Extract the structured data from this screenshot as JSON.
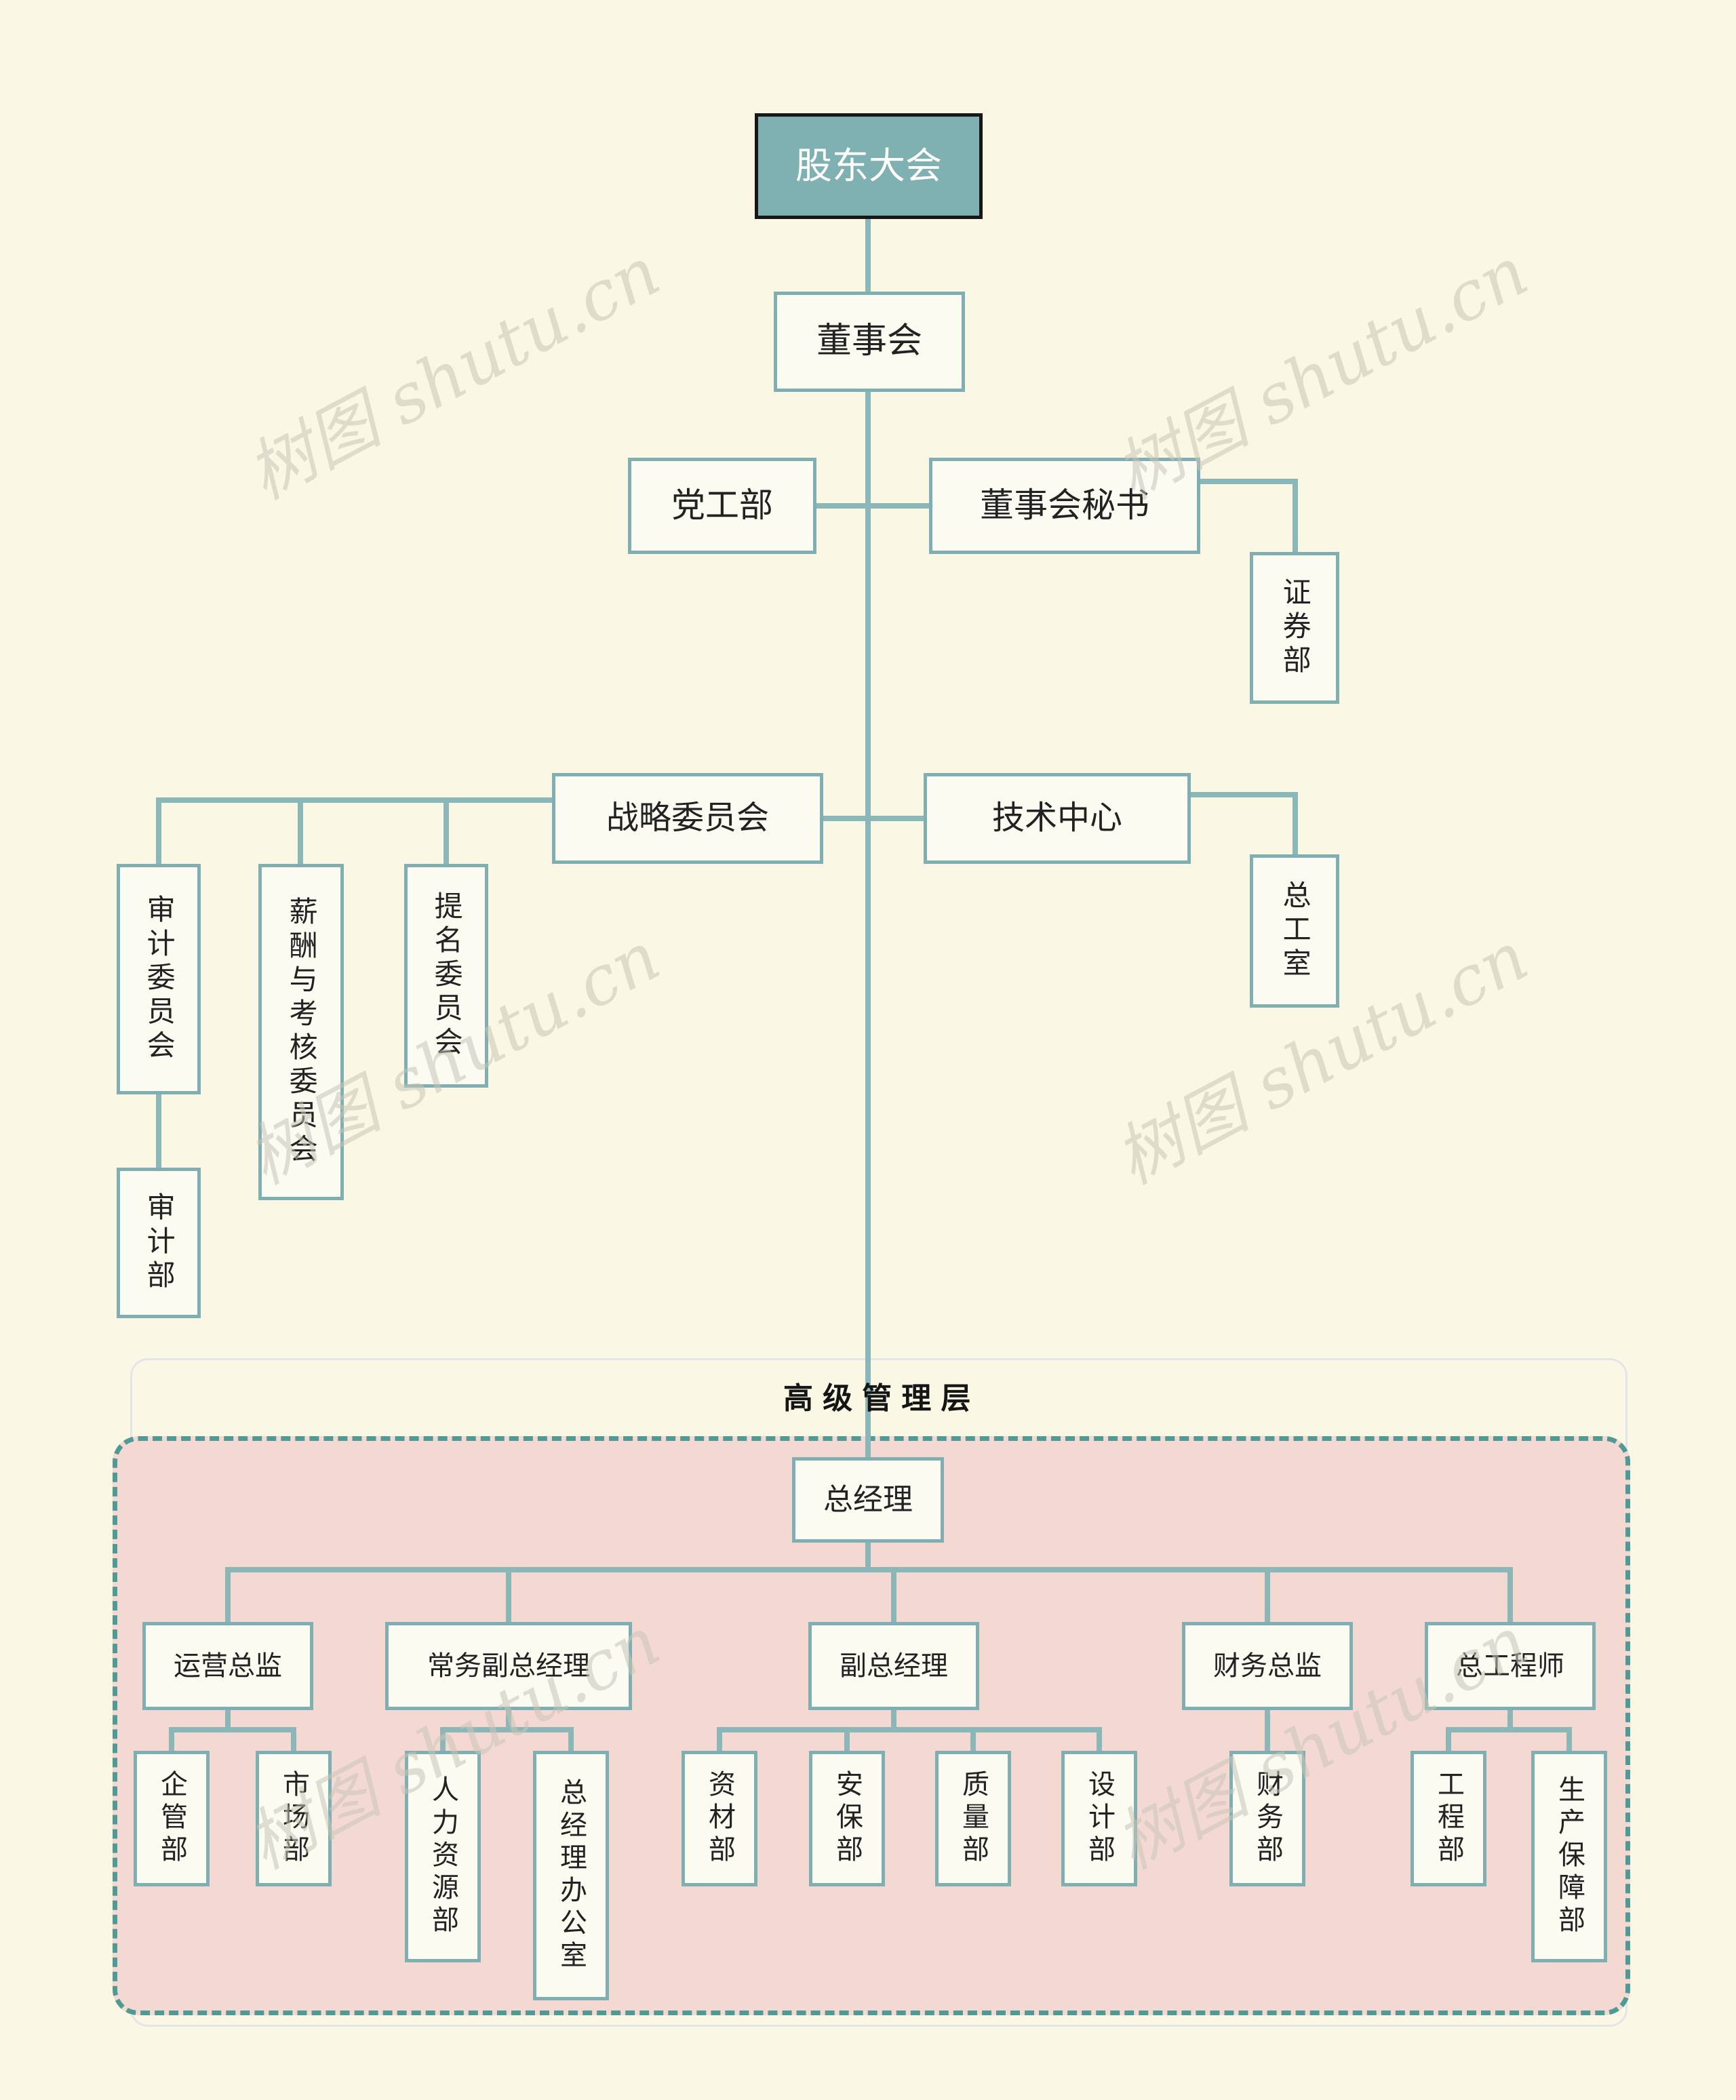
{
  "watermark": {
    "text": "树图 shutu.cn"
  },
  "colors": {
    "background": "#faf7e4",
    "box_fill": "#fcfbf1",
    "box_border": "#7fafb2",
    "connector_line": "#8cb7b9",
    "root_fill": "#7fb0b2",
    "root_border": "#171717",
    "senior_zone_fill": "#f4d9d2",
    "senior_zone_dash": "#4f9a94"
  },
  "org": {
    "shareholders_meeting": "股东大会",
    "board": "董事会",
    "party_work_dept": "党工部",
    "board_secretary": "董事会秘书",
    "securities_dept": "证券部",
    "strategy_committee": "战略委员会",
    "technology_center": "技术中心",
    "audit_committee": "审计委员会",
    "compensation_assessment_committee": "薪酬与考核委员会",
    "nomination_committee": "提名委员会",
    "audit_dept": "审计部",
    "chief_engineer_room": "总工室",
    "senior_management": {
      "section_title": "高级管理层",
      "general_manager": "总经理",
      "managers": [
        {
          "label": "运营总监",
          "departments": [
            "企管部",
            "市场部"
          ]
        },
        {
          "label": "常务副总经理",
          "departments": [
            "人力资源部",
            "总经理办公室"
          ]
        },
        {
          "label": "副总经理",
          "departments": [
            "资材部",
            "安保部",
            "质量部",
            "设计部"
          ]
        },
        {
          "label": "财务总监",
          "departments": [
            "财务部"
          ]
        },
        {
          "label": "总工程师",
          "departments": [
            "工程部",
            "生产保障部"
          ]
        }
      ]
    }
  }
}
